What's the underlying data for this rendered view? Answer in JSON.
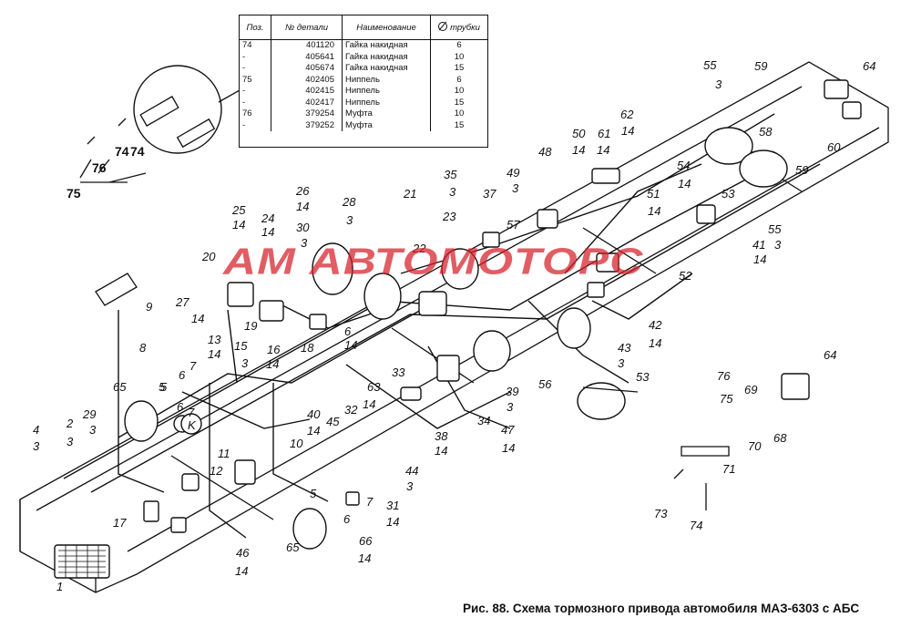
{
  "caption": "Рис. 88. Схема тормозного привода автомобиля МАЗ-6303 с АБС",
  "watermark": "АМ АВТОМОТОРС",
  "table": {
    "headers": [
      "Поз.",
      "№ детали",
      "Наименование",
      "трубки"
    ],
    "rows": [
      [
        "74",
        "401120",
        "Гайка накидная",
        "6"
      ],
      [
        "-",
        "405641",
        "Гайка накидная",
        "10"
      ],
      [
        "-",
        "405674",
        "Гайка накидная",
        "15"
      ],
      [
        "75",
        "402405",
        "Ниппель",
        "6"
      ],
      [
        "-",
        "402415",
        "Ниппель",
        "10"
      ],
      [
        "-",
        "402417",
        "Ниппель",
        "15"
      ],
      [
        "76",
        "379254",
        "Муфта",
        "10"
      ],
      [
        "-",
        "379252",
        "Муфта",
        "15"
      ]
    ]
  },
  "inset_labels": [
    "74",
    "74",
    "76",
    "75"
  ],
  "labels": [
    "1",
    "2",
    "3",
    "4",
    "3",
    "29",
    "3",
    "5",
    "6",
    "7",
    "8",
    "9",
    "65",
    "5",
    "6",
    "7",
    "13",
    "14",
    "15",
    "3",
    "16",
    "14",
    "27",
    "14",
    "20",
    "19",
    "25",
    "14",
    "24",
    "14",
    "26",
    "14",
    "30",
    "3",
    "18",
    "6",
    "14",
    "28",
    "3",
    "21",
    "22",
    "23",
    "35",
    "3",
    "37",
    "49",
    "3",
    "57",
    "48",
    "50",
    "14",
    "61",
    "14",
    "62",
    "14",
    "55",
    "3",
    "59",
    "64",
    "58",
    "60",
    "59",
    "54",
    "14",
    "51",
    "14",
    "53",
    "55",
    "3",
    "41",
    "14",
    "52",
    "42",
    "14",
    "43",
    "3",
    "56",
    "53",
    "39",
    "3",
    "47",
    "14",
    "34",
    "33",
    "38",
    "14",
    "44",
    "3",
    "40",
    "14",
    "45",
    "32",
    "10",
    "63",
    "14",
    "11",
    "12",
    "17",
    "46",
    "14",
    "65",
    "66",
    "14",
    "31",
    "14",
    "5",
    "6",
    "7",
    "K",
    "76",
    "75",
    "69",
    "64",
    "70",
    "68",
    "71",
    "73",
    "74"
  ]
}
